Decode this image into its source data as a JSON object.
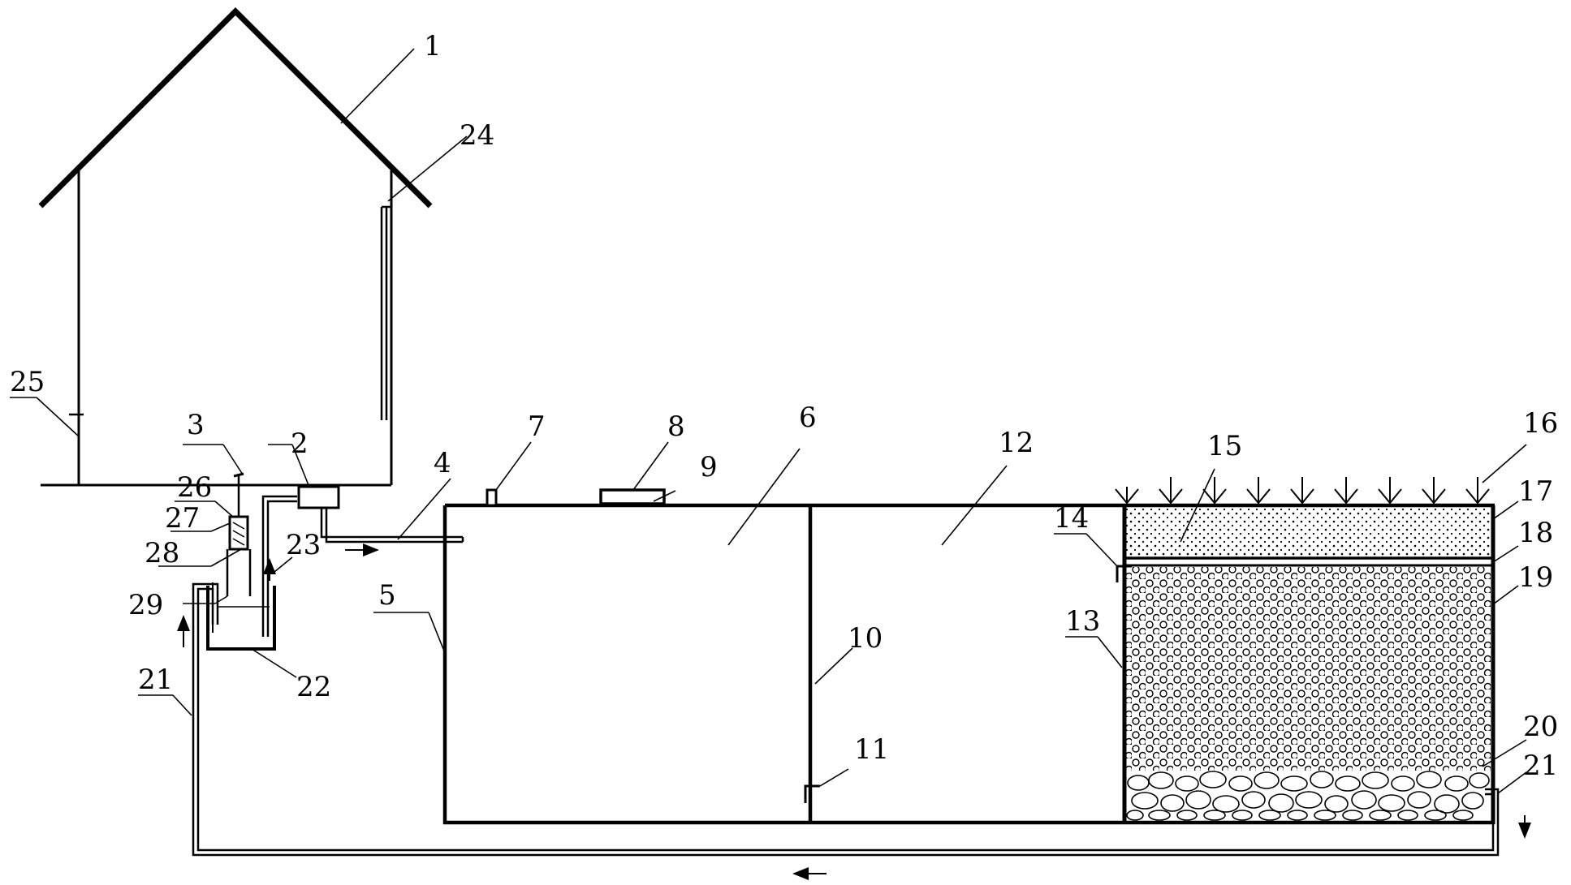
{
  "labels": {
    "l1": "1",
    "l2": "2",
    "l3": "3",
    "l4": "4",
    "l5": "5",
    "l6": "6",
    "l7": "7",
    "l8": "8",
    "l9": "9",
    "l10": "10",
    "l11": "11",
    "l12": "12",
    "l13": "13",
    "l14": "14",
    "l15": "15",
    "l16": "16",
    "l17": "17",
    "l18": "18",
    "l19": "19",
    "l20": "20",
    "l21a": "21",
    "l21b": "21",
    "l22": "22",
    "l23": "23",
    "l24": "24",
    "l25": "25",
    "l26": "26",
    "l27": "27",
    "l28": "28",
    "l29": "29"
  }
}
